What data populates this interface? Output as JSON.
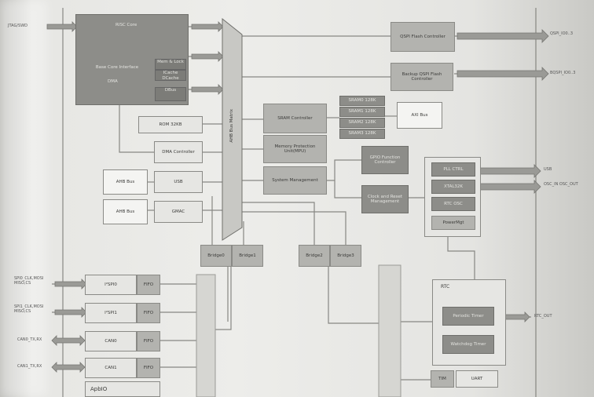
{
  "blocks": {
    "cpu_title": "RISC Core",
    "cpu_sub1": "Mem & Lock",
    "cpu_sub2": "ICache DCache",
    "cpu_sub3": "Base Core Interface",
    "cpu_sub4": "DMA",
    "cpu_sub5": "DBus",
    "bus": "AHB Bus Matrix",
    "qspi": "QSPI Flash Controller",
    "bqspi": "Backup QSPI Flash Controller",
    "sram_ctrl": "SRAM Controller",
    "sram0": "SRAM0 128K",
    "sram1": "SRAM1 128K",
    "sram2": "SRAM2 128K",
    "sram3": "SRAM3 128K",
    "rom_ctrl": "ROM 32KB",
    "dma_ctrl": "DMA Controller",
    "mem_protect": "Memory Protection Unit(MPU)",
    "sys_mgmt": "System Management",
    "ext_bus": "AXI Bus",
    "ahb_bus1": "AHB Bus",
    "ahb_bus2": "AHB Bus",
    "usb": "USB",
    "gmac": "GMAC",
    "gpio_func": "GPIO Function Controller",
    "clock": "Clock and Reset Management",
    "pll": "PLL CTRL",
    "xtal": "XTAL32K",
    "rtc_osc": "RTC OSC",
    "power_mgmt": "PowerMgt",
    "bridge1": "Bridge0",
    "bridge2": "Bridge1",
    "bridge3": "Bridge2",
    "bridge4": "Bridge3",
    "spi0": "I²SPI0",
    "spi1": "I²SPI1",
    "can0": "CAN0",
    "can1": "CAN1",
    "fifo0": "FIFO",
    "fifo1": "FIFO",
    "fifo2": "FIFO",
    "fifo3": "FIFO",
    "rtc": "RTC",
    "rtc_timer": "Periodic Timer",
    "rtc_wdt": "Watchdog Timer",
    "apbio": "ApbIO",
    "bot_a": "TIM",
    "bot_b": "UART"
  },
  "signals": {
    "left_top": "JTAG/SWD",
    "qspi_pins": "QSPI_IO0..3",
    "bqspi_pins": "BQSPI_IO0..3",
    "usb_pins": "USB",
    "xtal_pins": "OSC_IN OSC_OUT",
    "spi0_pins": "SPI0_CLK,MOSI MISO,CS",
    "spi1_pins": "SPI1_CLK,MOSI MISO,CS",
    "can0_pins": "CAN0_TX,RX",
    "can1_pins": "CAN1_TX,RX",
    "rtc_pins": "RTC_OUT"
  }
}
